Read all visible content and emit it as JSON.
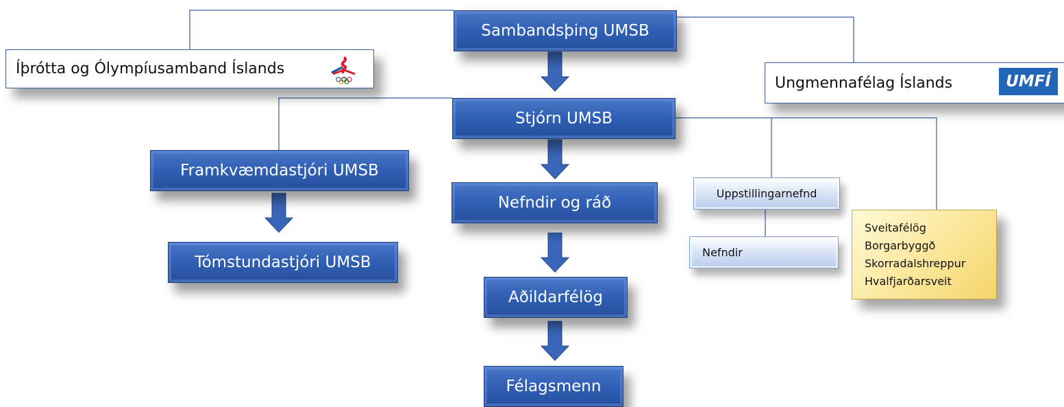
{
  "top": {
    "label": "Sambandsþing UMSB"
  },
  "isi": {
    "label": "Íþrótta og Ólympíusamband Íslands"
  },
  "umfi": {
    "label": "Ungmennafélag Íslands",
    "logo_text": "UMFÍ"
  },
  "stjorn": {
    "label": "Stjórn UMSB"
  },
  "framkvaemdastjori": {
    "label": "Framkvæmdastjóri UMSB"
  },
  "tomstundastjori": {
    "label": "Tómstundastjóri UMSB"
  },
  "nefndir_rad": {
    "label": "Nefndir og ráð"
  },
  "adildarfelog": {
    "label": "Aðildarfélög"
  },
  "felagsmenn": {
    "label": "Félagsmenn"
  },
  "uppstillingarnefnd": {
    "label": "Uppstillingarnefnd"
  },
  "nefndir": {
    "label": "Nefndir"
  },
  "sveitafelog": {
    "lines": [
      "Sveitafélög",
      "Borgarbyggð",
      "Skorradalshreppur",
      "Hvalfjarðarsveit"
    ]
  },
  "colors": {
    "box_blue": "#2f5fb4",
    "connector": "#3c5d9e",
    "arrow": "#3a66b8",
    "yellow": "#fbe79a",
    "umfi_logo": "#2266b8"
  }
}
